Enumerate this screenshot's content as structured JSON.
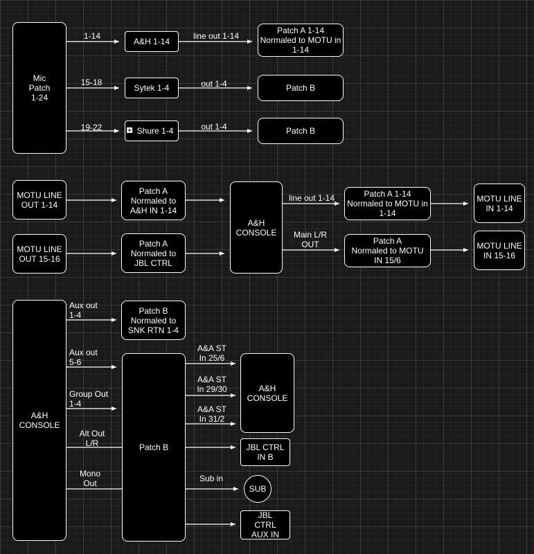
{
  "colors": {
    "background": "#1a1a1a",
    "node_fill": "#000000",
    "stroke": "#ffffff",
    "text": "#ffffff"
  },
  "nodes": {
    "mic_patch": "Mic\nPatch\n1-24",
    "ah_1_14": "A&H 1-14",
    "patch_a_1_14_top": "Patch A 1-14\nNormaled to MOTU in\n1-14",
    "sytek": "Sytek 1-4",
    "patch_b_sytek": "Patch B",
    "shure": "Shure 1-4",
    "patch_b_shure": "Patch B",
    "motu_line_out_1_14": "MOTU LINE\nOUT 1-14",
    "patch_a_ah": "Patch A\nNormaled to\nA&H IN 1-14",
    "ah_console_mid": "A&H\nCONSOLE",
    "patch_a_1_14_mid": "Patch A 1-14\nNormaled to MOTU in\n1-14",
    "motu_line_in_1_14": "MOTU LINE\nIN 1-14",
    "motu_line_out_15_16": "MOTU LINE\nOUT 15-16",
    "patch_a_jbl": "Patch A\nNormaled to\nJBL CTRL",
    "patch_a_motu_15": "Patch A\nNormaled to MOTU\nIN 15/6",
    "motu_line_in_15_16": "MOTU LINE\nIN 15-16",
    "ah_console_left": "A&H\nCONSOLE",
    "patch_b_snk": "Patch B\nNormaled to\nSNK RTN 1-4",
    "patch_b_main": "Patch B",
    "ah_console_right": "A&H\nCONSOLE",
    "jbl_ctrl_in_b": "JBL CTRL\nIN B",
    "sub": "SUB",
    "jbl_ctrl_aux_in": "JBL\nCTRL\nAUX IN"
  },
  "edge_labels": {
    "mic_1_14": "1-14",
    "line_out_1_14_top": "line out 1-14",
    "mic_15_18": "15-18",
    "out_1_4_sytek": "out 1-4",
    "mic_19_22": "19-22",
    "out_1_4_shure": "out 1-4",
    "line_out_1_14_mid": "line out 1-14",
    "main_lr_out": "Main L/R\nOUT",
    "aux_out_1_4": "Aux out\n1-4",
    "aux_out_5_6": "Aux out\n5-6",
    "group_out_1_4": "Group Out\n1-4",
    "alt_out_lr": "Alt Out\nL/R",
    "mono_out": "Mono\nOut",
    "aa_st_25": "A&A ST\nIn 25/6",
    "aa_st_29": "A&A ST\nIn 29/30",
    "aa_st_31": "A&A ST\nIn 31/2",
    "sub_in": "Sub in"
  }
}
